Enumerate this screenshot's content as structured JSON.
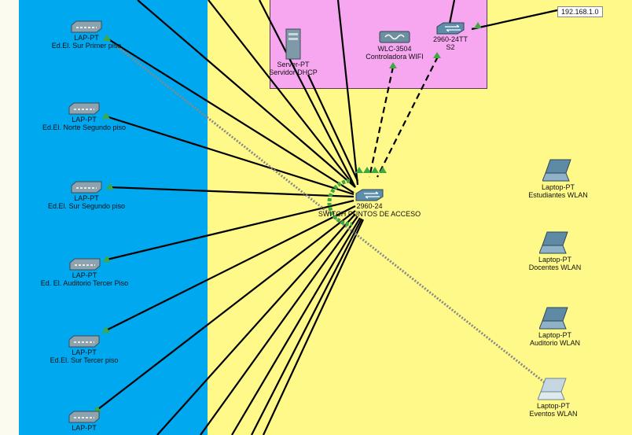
{
  "topology": {
    "ip_tag": "192.168.1.0",
    "switch_s2": {
      "model": "2960-24TT",
      "name": "S2"
    },
    "server": {
      "model": "Server-PT",
      "name": "Servidor DHCP"
    },
    "wlc": {
      "model": "WLC-3504",
      "name": "Controladora WIFI"
    },
    "access_switch": {
      "model": "2960-24",
      "name": "SWITCH PUNTOS DE ACCESO"
    },
    "access_points": [
      {
        "model": "LAP-PT",
        "name": "Ed.El. Sur Primer piso"
      },
      {
        "model": "LAP-PT",
        "name": "Ed.El. Norte Segundo piso"
      },
      {
        "model": "LAP-PT",
        "name": "Ed.El. Sur Segundo piso"
      },
      {
        "model": "LAP-PT",
        "name": "Ed. El. Auditorio Tercer Piso"
      },
      {
        "model": "LAP-PT",
        "name": "Ed.El. Sur Tercer piso"
      },
      {
        "model": "LAP-PT",
        "name": ""
      }
    ],
    "laptops": [
      {
        "model": "Laptop-PT",
        "name": "Estudiantes WLAN"
      },
      {
        "model": "Laptop-PT",
        "name": "Docentes WLAN"
      },
      {
        "model": "Laptop-PT",
        "name": "Auditorio WLAN"
      },
      {
        "model": "Laptop-PT",
        "name": "Eventos WLAN"
      }
    ]
  },
  "colors": {
    "blue_zone": "#00a8f0",
    "yellow_zone": "#fff98a",
    "pink_zone": "#f7a6f0",
    "link_up": "#3fa83f"
  },
  "icons": {
    "access_point": "access-point-icon",
    "switch": "switch-icon",
    "server": "server-icon",
    "wlc": "wireless-controller-icon",
    "laptop": "laptop-icon"
  }
}
